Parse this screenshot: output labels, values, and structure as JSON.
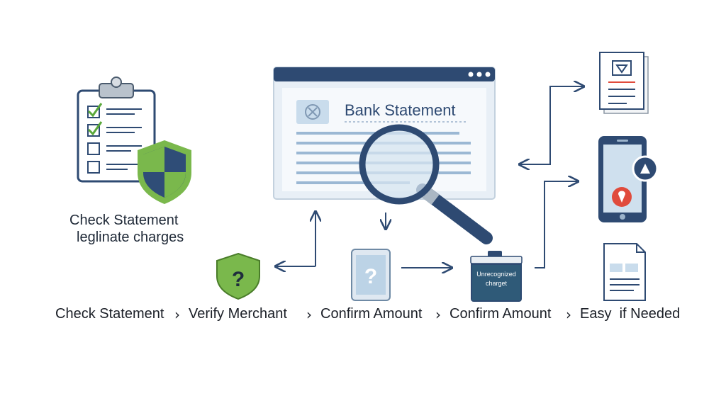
{
  "left_caption": {
    "line1": "Check Statement",
    "line2": "leglinate charges"
  },
  "statement_window": {
    "title": "Bank Statement"
  },
  "bag_label": {
    "line1": "Unrecognized",
    "line2": "charget"
  },
  "steps": [
    {
      "label": "Check Statement"
    },
    {
      "label": "Verify Merchant"
    },
    {
      "label": "Confirm Amount"
    },
    {
      "label": "Confirm Amount"
    },
    {
      "label": "Easy  if Needed"
    }
  ],
  "separator": "›",
  "colors": {
    "navy": "#2e4a72",
    "blue_light": "#c9dcec",
    "window_bg": "#e8eff6",
    "green": "#7ab84c",
    "shield_dark": "#2f4d77",
    "text": "#1b1f27",
    "red": "#e04b3c"
  }
}
